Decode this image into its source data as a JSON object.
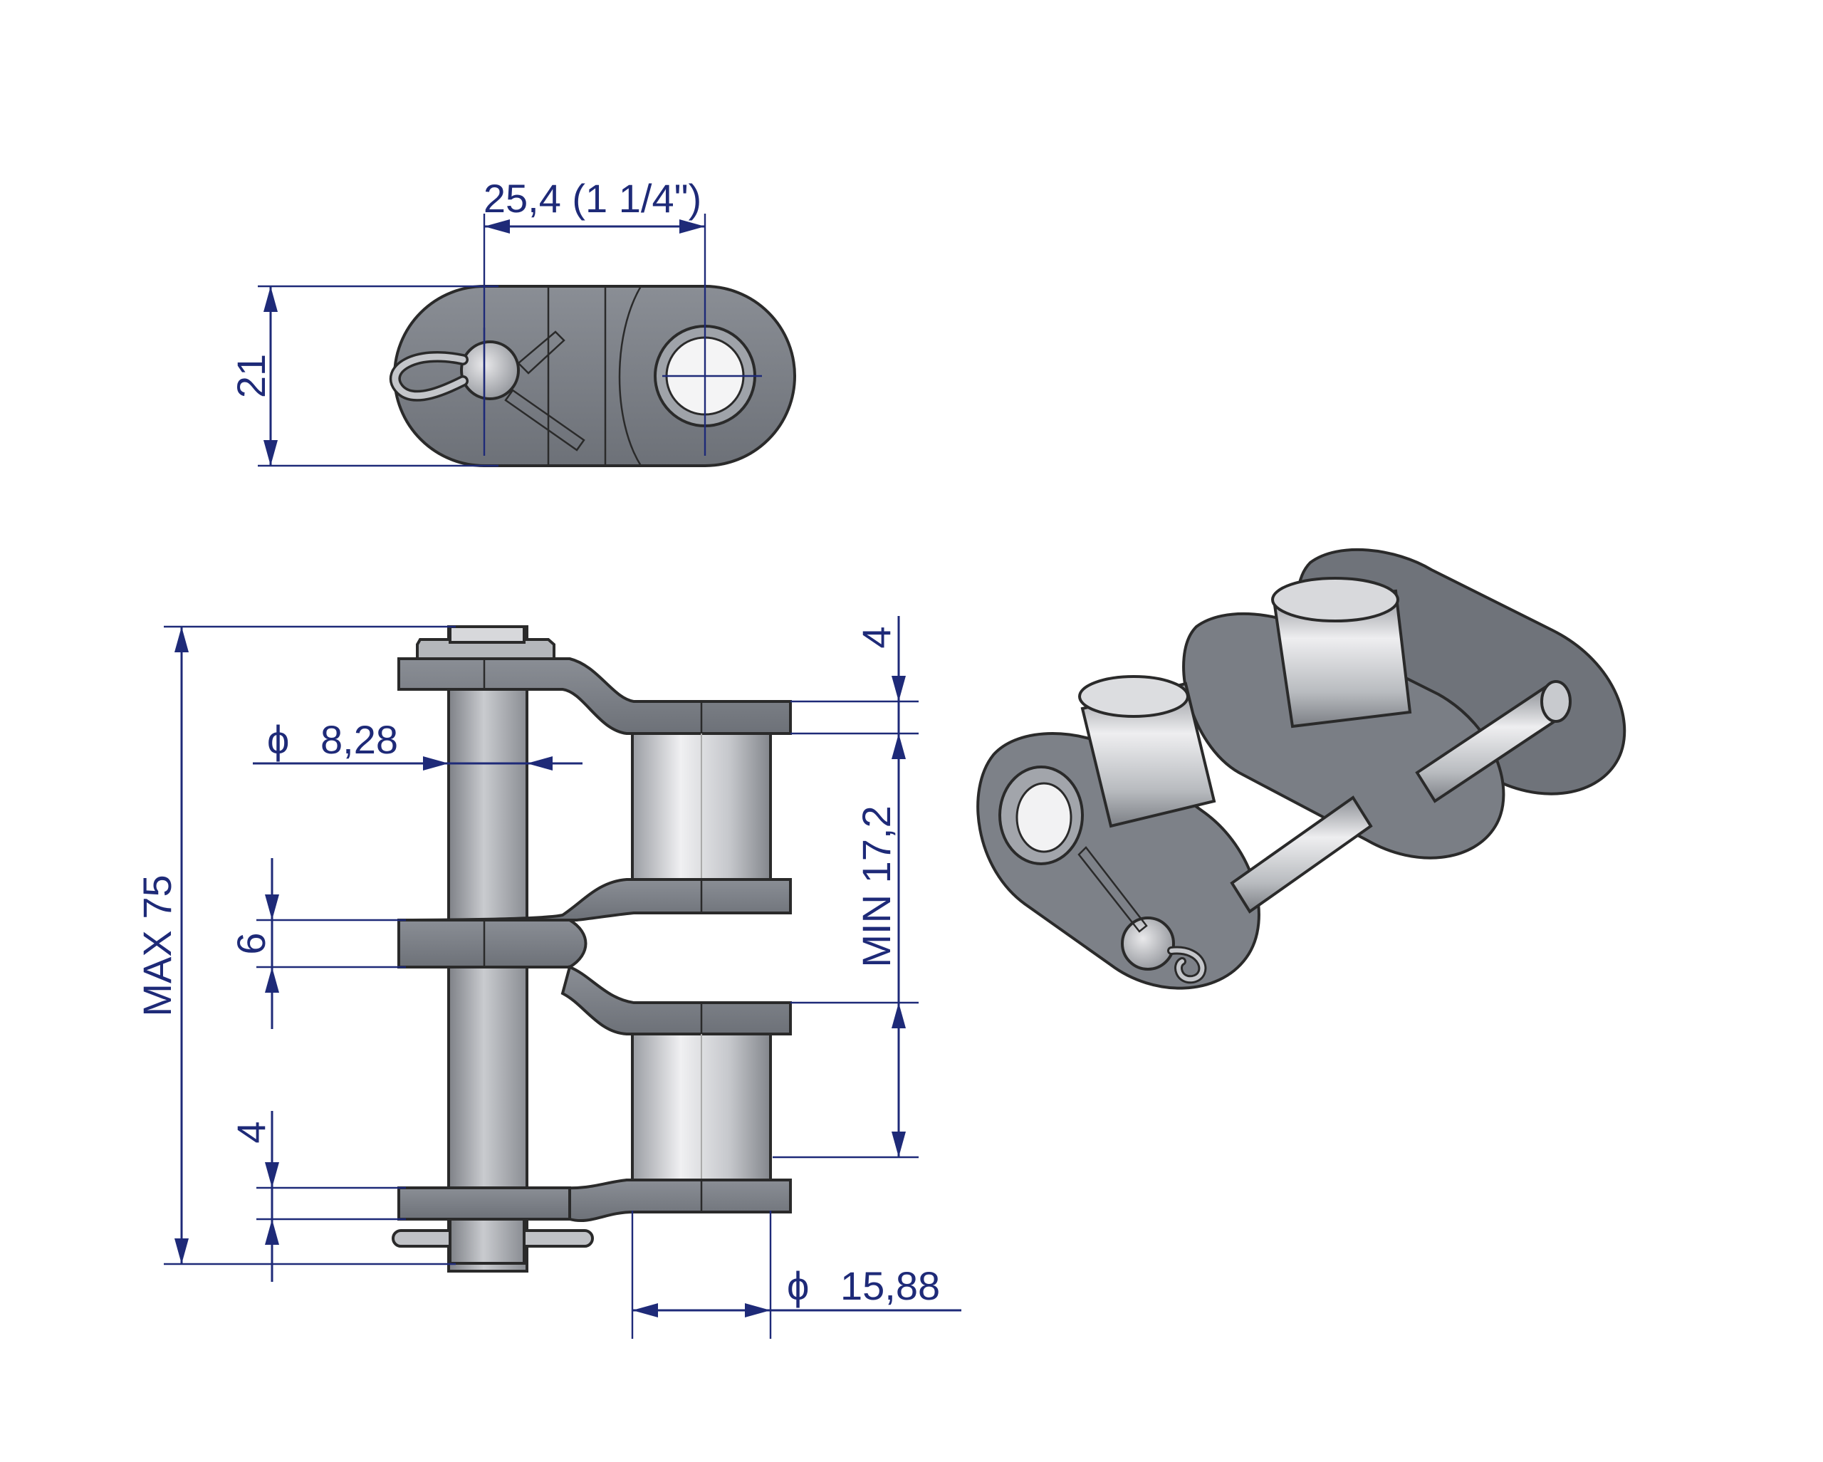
{
  "diagram": {
    "dimensions": {
      "pitch": "25,4  (1 1/4\")",
      "plate_height": "21",
      "pin_diameter": "8,28",
      "max_width": "MAX 75",
      "plate_thickness_top": "4",
      "middle_plate": "6",
      "plate_thickness_bottom": "4",
      "min_inner_width": "MIN 17,2",
      "roller_diameter": "15,88"
    },
    "symbols": {
      "diameter_glyph": "ϕ"
    },
    "colors": {
      "dimension": "#1e2a78",
      "plate_fill": "#7b7f86",
      "plate_dark": "#5a5e64",
      "outline": "#2a2a2a",
      "roller_light": "#e7e7e9",
      "roller_dark": "#8f9298"
    }
  }
}
